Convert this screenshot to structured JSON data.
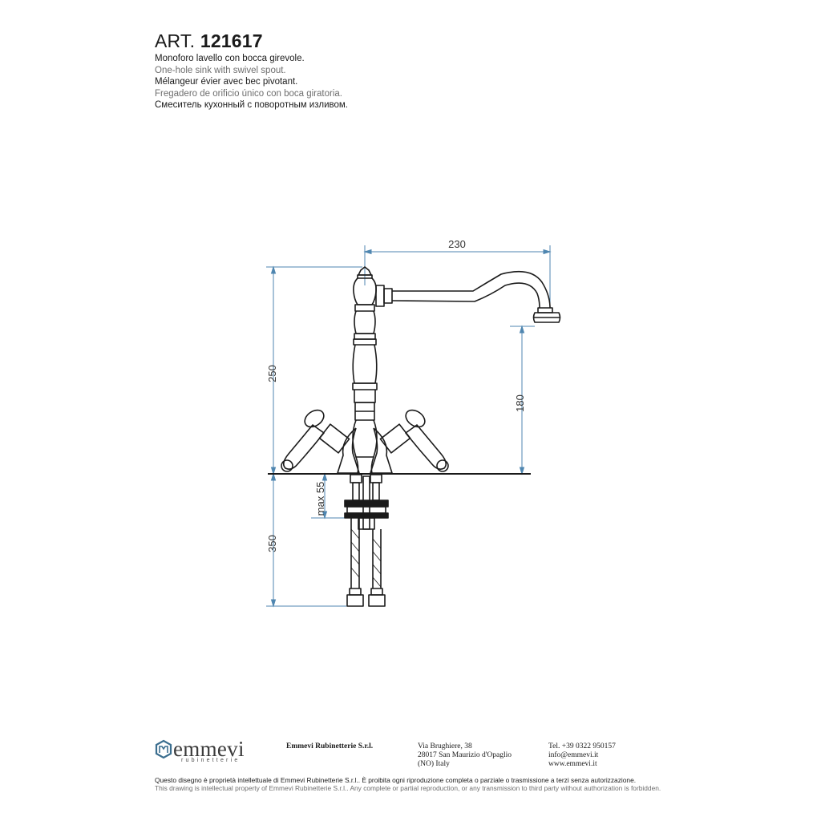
{
  "header": {
    "art_prefix": "ART.",
    "art_code": "121617",
    "descriptions": [
      "Monoforo lavello con bocca girevole.",
      "One-hole sink with swivel spout.",
      "Mélangeur évier avec bec pivotant.",
      "Fregadero de orificio único con boca giratoria.",
      "Смеситель кухонный с поворотным изливом."
    ]
  },
  "dimensions": {
    "width_spout": "230",
    "height_total": "250",
    "height_spout": "180",
    "max_deck": "max 55",
    "hose_length": "350"
  },
  "colors": {
    "dimension_line": "#4f86b0",
    "drawing_line": "#1a1a1a",
    "logo": "#3b6e8f"
  },
  "footer": {
    "logo_word": "emmevi",
    "logo_sub": "rubinetterie",
    "company": "Emmevi Rubinetterie S.r.l.",
    "address": [
      "Via Brughiere, 38",
      "28017 San Maurizio d'Opaglio",
      "(NO) Italy"
    ],
    "contact": [
      "Tel. +39 0322 950157",
      "info@emmevi.it",
      "www.emmevi.it"
    ],
    "legal_it": "Questo disegno è proprietà intellettuale di Emmevi Rubinetterie S.r.l.. È proibita ogni riproduzione completa o parziale o trasmissione a terzi senza autorizzazione.",
    "legal_en": "This drawing is intellectual property of Emmevi Rubinetterie S.r.l.. Any complete or partial reproduction, or any transmission to third party without authorization is forbidden."
  }
}
